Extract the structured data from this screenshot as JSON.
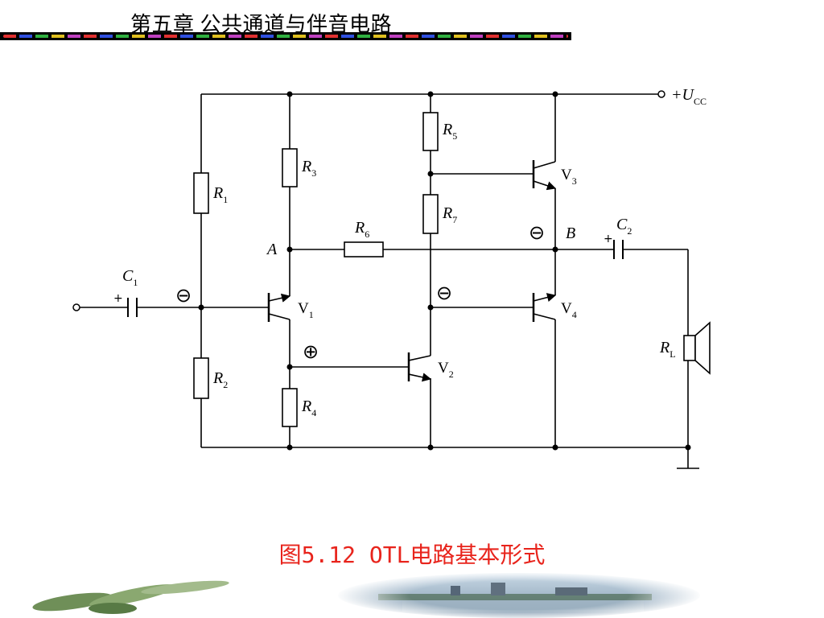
{
  "header": {
    "chapter_title": "第五章  公共通道与伴音电路"
  },
  "figure": {
    "caption": "图5.12   OTL电路基本形式"
  },
  "circuit": {
    "supply_label": "+U",
    "supply_sub": "CC",
    "components": {
      "R1": {
        "letter": "R",
        "sub": "1"
      },
      "R2": {
        "letter": "R",
        "sub": "2"
      },
      "R3": {
        "letter": "R",
        "sub": "3"
      },
      "R4": {
        "letter": "R",
        "sub": "4"
      },
      "R5": {
        "letter": "R",
        "sub": "5"
      },
      "R6": {
        "letter": "R",
        "sub": "6"
      },
      "R7": {
        "letter": "R",
        "sub": "7"
      },
      "RL": {
        "letter": "R",
        "sub": "L"
      },
      "C1": {
        "letter": "C",
        "sub": "1"
      },
      "C2": {
        "letter": "C",
        "sub": "2"
      },
      "V1": {
        "letter": "V",
        "sub": "1"
      },
      "V2": {
        "letter": "V",
        "sub": "2"
      },
      "V3": {
        "letter": "V",
        "sub": "3"
      },
      "V4": {
        "letter": "V",
        "sub": "4"
      }
    },
    "nodes": {
      "A": "A",
      "B": "B"
    },
    "polarity": {
      "minus": "⊖",
      "plus": "⊕",
      "cap_plus": "+"
    }
  }
}
